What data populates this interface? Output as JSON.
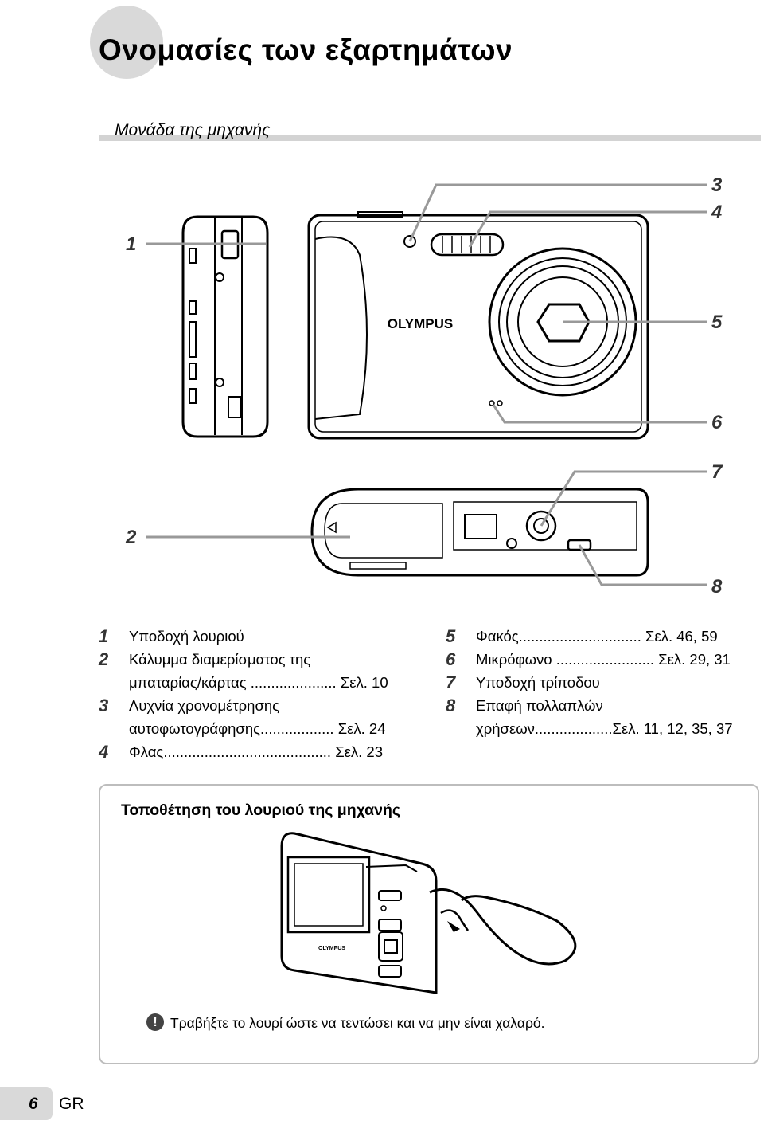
{
  "title": "Ονομασίες των εξαρτημάτων",
  "section": "Μονάδα της μηχανής",
  "callouts": [
    "1",
    "2",
    "3",
    "4",
    "5",
    "6",
    "7",
    "8"
  ],
  "brand_label": "OLYMPUS",
  "legend_left": [
    {
      "num": "1",
      "lines": [
        "Υποδοχή λουριού"
      ]
    },
    {
      "num": "2",
      "lines": [
        "Κάλυμμα διαμερίσματος της",
        "μπαταρίας/κάρτας ..................... Σελ. 10"
      ]
    },
    {
      "num": "3",
      "lines": [
        "Λυχνία χρονομέτρησης",
        "αυτοφωτογράφησης.................. Σελ. 24"
      ]
    },
    {
      "num": "4",
      "lines": [
        "Φλας......................................... Σελ. 23"
      ]
    }
  ],
  "legend_right": [
    {
      "num": "5",
      "lines": [
        "Φακός.............................. Σελ. 46, 59"
      ]
    },
    {
      "num": "6",
      "lines": [
        "Μικρόφωνο ........................ Σελ. 29, 31"
      ]
    },
    {
      "num": "7",
      "lines": [
        "Υποδοχή τρίποδου"
      ]
    },
    {
      "num": "8",
      "lines": [
        "Επαφή πολλαπλών",
        "χρήσεων...................Σελ. 11, 12, 35, 37"
      ]
    }
  ],
  "strap_box": {
    "title": "Τοποθέτηση του λουριού της μηχανής",
    "warning_icon": "!",
    "warning": "Τραβήξτε το λουρί ώστε να τεντώσει και να μην είναι χαλαρό."
  },
  "footer": {
    "page": "6",
    "lang": "GR"
  }
}
